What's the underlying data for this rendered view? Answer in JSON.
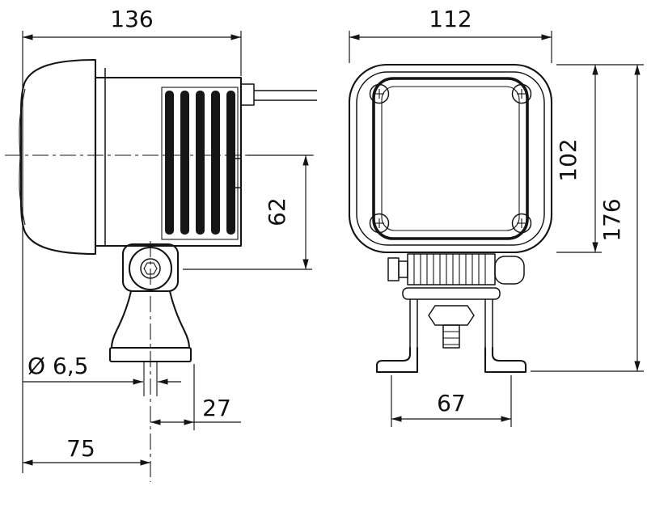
{
  "diagram": {
    "kind": "technical-drawing-work-lamp",
    "views": {
      "left": "side view",
      "right": "front view"
    },
    "dims": {
      "side_width": "136",
      "pivot_offset": "62",
      "hole_diameter": "Ø 6,5",
      "pivot_to_rear": "27",
      "pivot_to_front": "75",
      "front_width": "112",
      "housing_height": "102",
      "overall_height": "176",
      "bracket_spacing": "67"
    },
    "colors": {
      "line": "#141414",
      "background": "#ffffff"
    }
  }
}
